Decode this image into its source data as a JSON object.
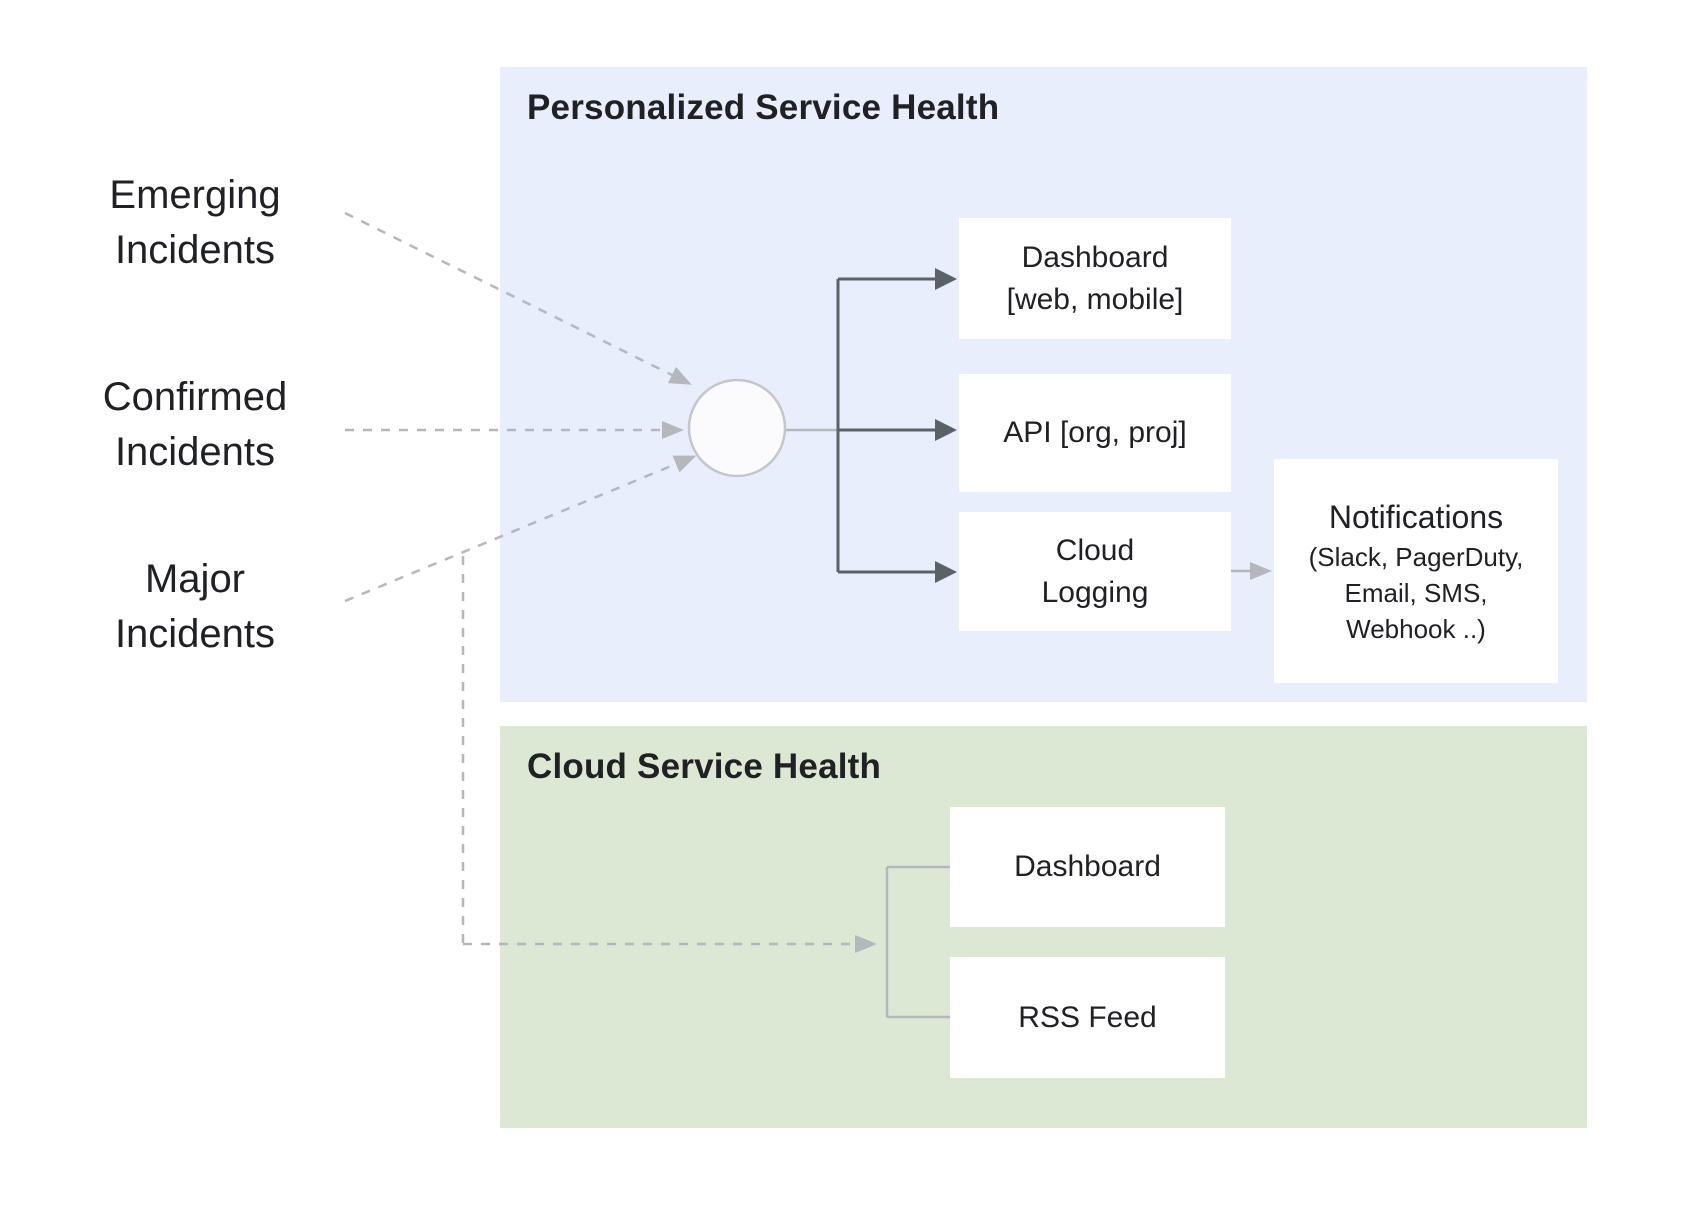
{
  "colors": {
    "panel_blue": "#e8eefb",
    "panel_green": "#dce8d4",
    "box_white": "#ffffff",
    "arrow_dark": "#5b6167",
    "arrow_light": "#b4b8bd",
    "text_dark": "#202124",
    "hub_fill": "#fbfbfd",
    "hub_stroke": "#c3c6cb"
  },
  "left_labels": [
    {
      "lines": [
        "Emerging",
        "Incidents"
      ]
    },
    {
      "lines": [
        "Confirmed",
        "Incidents"
      ]
    },
    {
      "lines": [
        "Major",
        "Incidents"
      ]
    }
  ],
  "personalized": {
    "title": "Personalized Service Health",
    "boxes": [
      {
        "lines": [
          "Dashboard",
          "[web, mobile]"
        ]
      },
      {
        "lines": [
          "API [org, proj]"
        ]
      },
      {
        "lines": [
          "Cloud",
          "Logging"
        ]
      }
    ],
    "notifications": {
      "title": "Notifications",
      "details": [
        "(Slack, PagerDuty,",
        "Email, SMS,",
        "Webhook ..)"
      ]
    }
  },
  "cloud": {
    "title": "Cloud Service Health",
    "boxes": [
      {
        "label": "Dashboard"
      },
      {
        "label": "RSS Feed"
      }
    ]
  }
}
